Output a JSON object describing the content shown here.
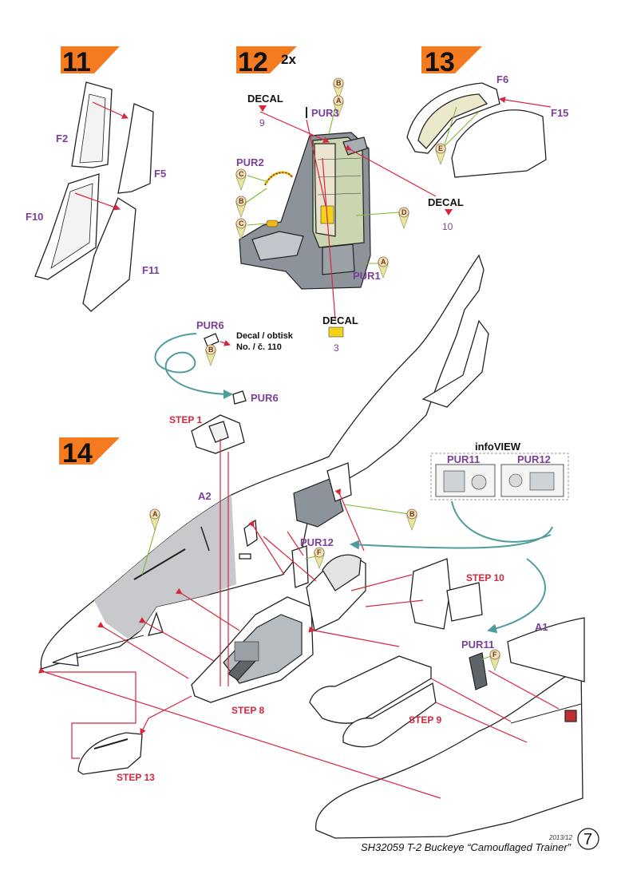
{
  "steps": [
    {
      "number": "11"
    },
    {
      "number": "12",
      "multiplier": "2x"
    },
    {
      "number": "13"
    },
    {
      "number": "14"
    }
  ],
  "step11_parts": [
    "F2",
    "F5",
    "F10",
    "F11"
  ],
  "step12": {
    "decal_top": {
      "label": "DECAL",
      "number": "9"
    },
    "decal_right": {
      "label": "DECAL",
      "number": "10"
    },
    "decal_bottom": {
      "label": "DECAL",
      "number": "3"
    },
    "pur_labels": [
      "PUR3",
      "PUR2",
      "PUR1"
    ],
    "glue_marks": [
      "B",
      "A",
      "C",
      "B",
      "C",
      "D",
      "A"
    ]
  },
  "step13_parts": [
    "F6",
    "F15"
  ],
  "step13_glue": "E",
  "pur6": {
    "label_a": "PUR6",
    "label_b": "PUR6",
    "decal_note_line1": "Decal / obtisk",
    "decal_note_line2": "No. / č. 110",
    "glue": "B"
  },
  "step14": {
    "sub_steps": [
      "STEP 1",
      "STEP 10",
      "STEP 8",
      "STEP 9",
      "STEP 13"
    ],
    "parts": [
      "A2",
      "A1"
    ],
    "pur_labels": [
      "PUR12",
      "PUR11"
    ],
    "glue_marks": [
      "A",
      "B",
      "F",
      "F"
    ]
  },
  "infoview": {
    "title": "infoVIEW",
    "panels": [
      "PUR11",
      "PUR12"
    ]
  },
  "footer": {
    "date": "2013/12",
    "title": "SH32059 T-2 Buckeye “Camouflaged Trainer”",
    "page": "7"
  },
  "colors": {
    "step_banner": "#f47b20",
    "arrow_red": "#d7263d",
    "label_purple": "#7b3f98",
    "glue_yellow": "#e7e7a0",
    "leader_green": "#7dbb2c",
    "curve_teal": "#4f9c9c",
    "camo_grey": "#8d939a"
  }
}
